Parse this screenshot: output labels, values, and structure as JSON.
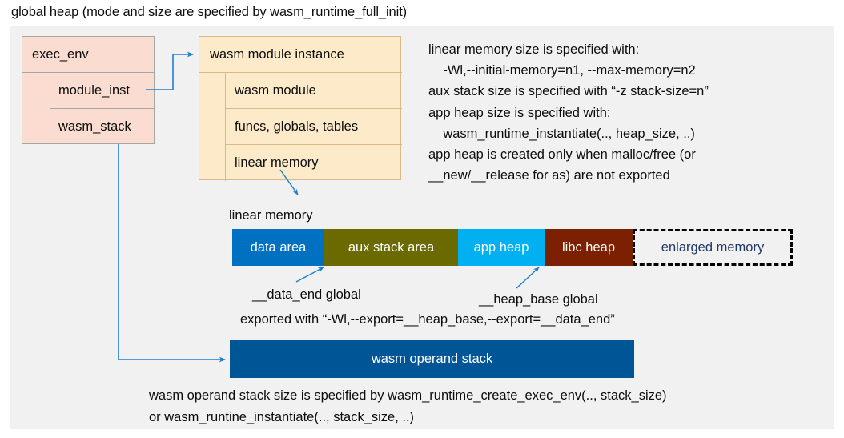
{
  "title": "global heap (mode and size are specified by wasm_runtime_full_init)",
  "colors": {
    "panel_bg": "#f1f1f1",
    "exec_env_fill": "#fadcd0",
    "module_inst_fill": "#fdeac9",
    "data_area": "#0070c0",
    "aux_stack_area": "#6a6a00",
    "app_heap": "#00b0f0",
    "libc_heap": "#7b2000",
    "enlarged_memory_text": "#1f3864",
    "operand_stack": "#005596",
    "connector": "#1f7fd0"
  },
  "exec_env": {
    "header": "exec_env",
    "fields": [
      {
        "label": "module_inst"
      },
      {
        "label": "wasm_stack"
      }
    ]
  },
  "module_instance": {
    "header": "wasm module instance",
    "fields": [
      {
        "label": "wasm module"
      },
      {
        "label": "funcs, globals, tables"
      },
      {
        "label": "linear memory"
      }
    ]
  },
  "notes": {
    "text": "linear memory size is specified with:\n    -Wl,--initial-memory=n1, --max-memory=n2\naux stack size is specified with “-z stack-size=n”\napp heap size is specified with:\n    wasm_runtime_instantiate(.., heap_size, ..)\napp heap is created only when malloc/free (or\n__new/__release for as) are not exported"
  },
  "linear_memory": {
    "label": "linear memory",
    "segments": [
      {
        "label": "data area",
        "color": "#0070c0"
      },
      {
        "label": "aux stack area",
        "color": "#6a6a00"
      },
      {
        "label": "app heap",
        "color": "#00b0f0"
      },
      {
        "label": "libc heap",
        "color": "#7b2000"
      },
      {
        "label": "enlarged memory",
        "color": "#f1f1f1"
      }
    ],
    "annotations": {
      "data_end": "__data_end global",
      "heap_base": "__heap_base global",
      "exported": "exported with “-Wl,--export=__heap_base,--export=__data_end”"
    }
  },
  "operand_stack": {
    "label": "wasm operand stack",
    "note": "wasm operand stack size is specified by wasm_runtime_create_exec_env(.., stack_size)\nor wasm_runtine_instantiate(.., stack_size, ..)"
  }
}
